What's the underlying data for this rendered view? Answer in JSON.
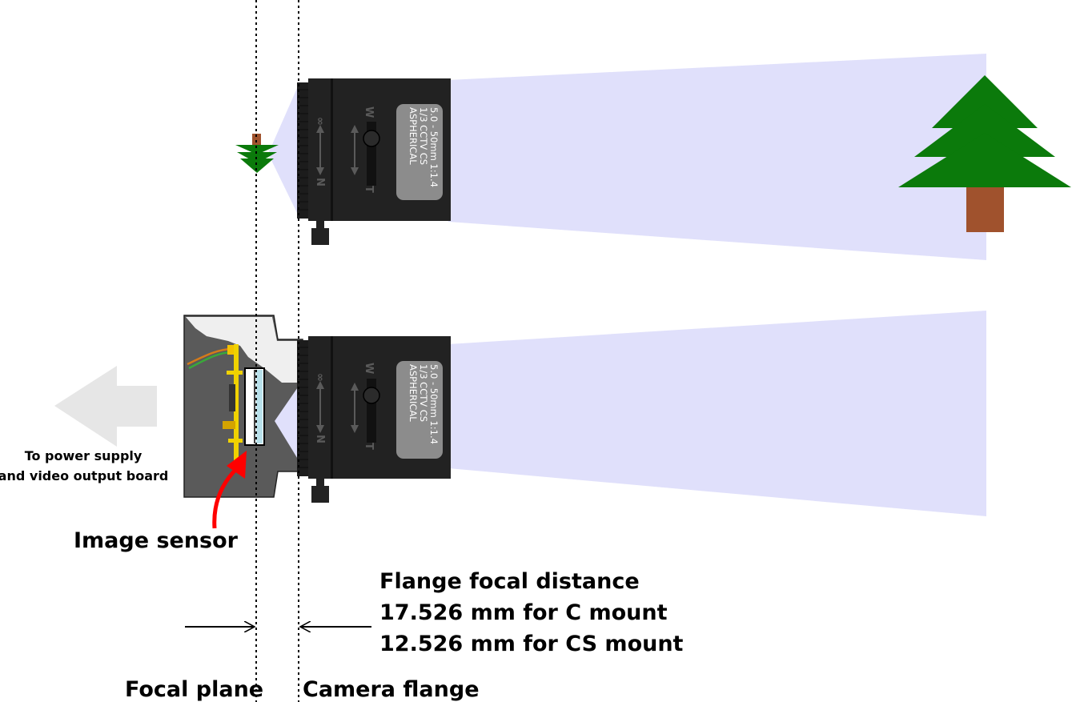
{
  "labels": {
    "image_sensor": "Image sensor",
    "power": [
      "To power supply",
      "and video output board"
    ],
    "flange_title": "Flange focal distance",
    "c_mount": "17.526 mm for C mount",
    "cs_mount": "12.526 mm for CS mount",
    "focal_plane": "Focal plane",
    "camera_flange": "Camera flange"
  },
  "lens": {
    "line1": "5.0 - 50mm   1:1.4",
    "line2": "1/3 CCTV CS",
    "line3": "ASPHERICAL",
    "mark_inf": "∞",
    "mark_n": "N",
    "mark_w": "W",
    "mark_t": "T"
  },
  "colors": {
    "light_cone": "#e0e0fb",
    "lens_body": "#222222",
    "tree_green": "#0b7a0b",
    "trunk": "#a0522d",
    "camera_body": "#5a5a5a",
    "arrow_red": "#ff0000"
  }
}
